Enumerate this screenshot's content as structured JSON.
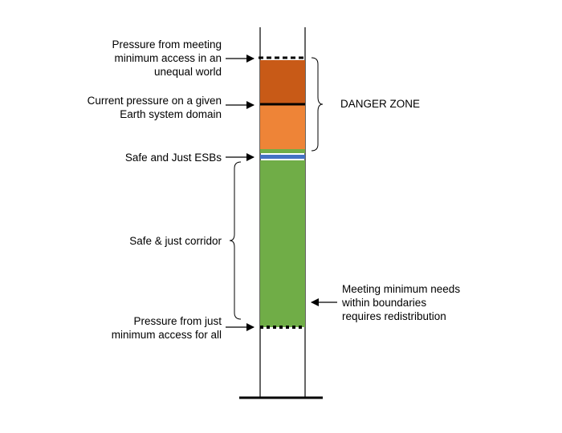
{
  "labels": {
    "unequal_line1": "Pressure from meeting",
    "unequal_line2": "minimum access in an",
    "unequal_line3": "unequal world",
    "current_line1": "Current pressure on a given",
    "current_line2": "Earth system domain",
    "esb": "Safe and Just ESBs",
    "corridor": "Safe & just corridor",
    "just_line1": "Pressure from just",
    "just_line2": "minimum access for all",
    "danger": "DANGER ZONE",
    "redistribution_line1": "Meeting minimum needs",
    "redistribution_line2": "within boundaries",
    "redistribution_line3": "requires redistribution"
  },
  "colors": {
    "dark_orange": "#c85a17",
    "orange": "#ee8437",
    "green": "#70ad47",
    "blue": "#4472c4"
  }
}
